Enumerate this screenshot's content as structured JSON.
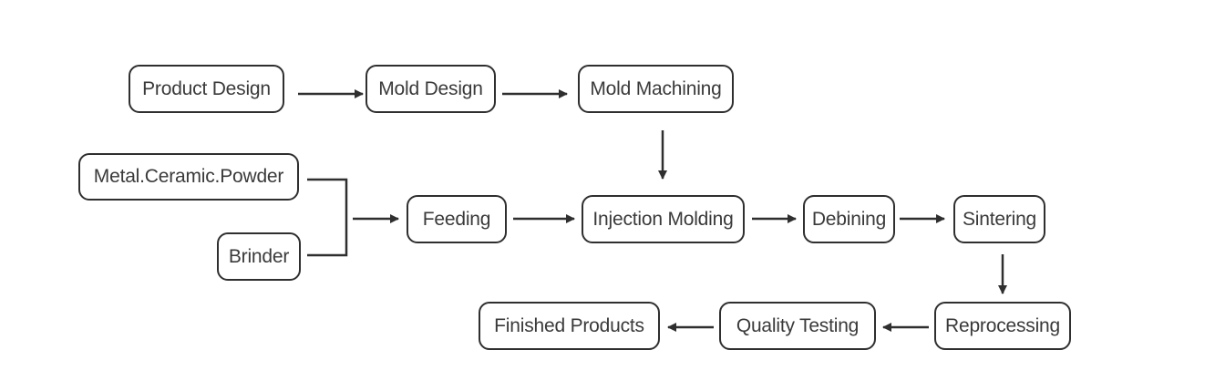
{
  "diagram": {
    "nodes": {
      "product_design": "Product Design",
      "mold_design": "Mold Design",
      "mold_machining": "Mold Machining",
      "powder": "Metal.Ceramic.Powder",
      "brinder": "Brinder",
      "feeding": "Feeding",
      "injection_molding": "Injection Molding",
      "debining": "Debining",
      "sintering": "Sintering",
      "reprocessing": "Reprocessing",
      "quality_testing": "Quality Testing",
      "finished_products": "Finished Products"
    },
    "colors": {
      "stroke": "#2f2f2f",
      "text": "#3a3a3a",
      "background": "#ffffff"
    }
  }
}
